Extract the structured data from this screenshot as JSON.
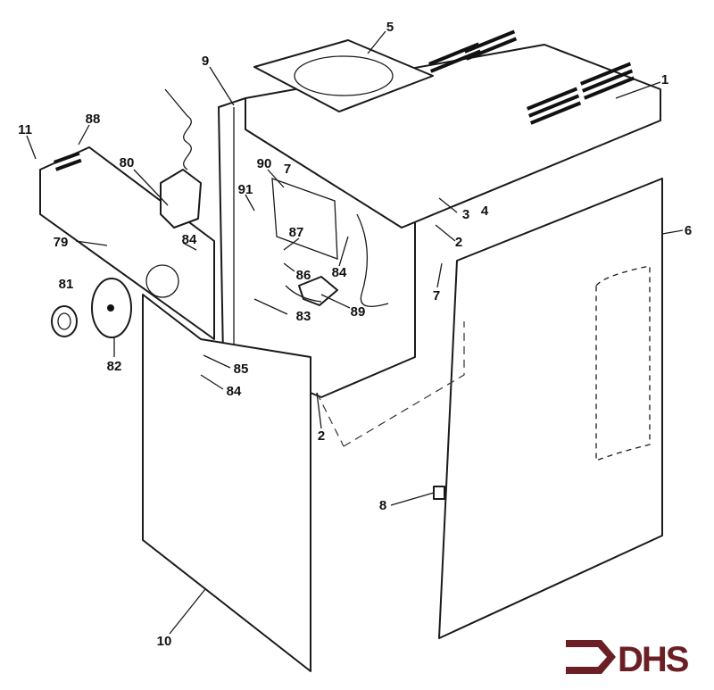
{
  "diagram": {
    "title": "Exploded parts diagram",
    "part_labels": [
      "1",
      "5",
      "9",
      "88",
      "11",
      "80",
      "90",
      "7",
      "91",
      "3",
      "4",
      "2",
      "6",
      "79",
      "84",
      "87",
      "84",
      "86",
      "7",
      "81",
      "89",
      "83",
      "82",
      "85",
      "84",
      "2",
      "8",
      "10"
    ]
  },
  "logo": {
    "text": "DHS",
    "color": "#6b1f24"
  }
}
